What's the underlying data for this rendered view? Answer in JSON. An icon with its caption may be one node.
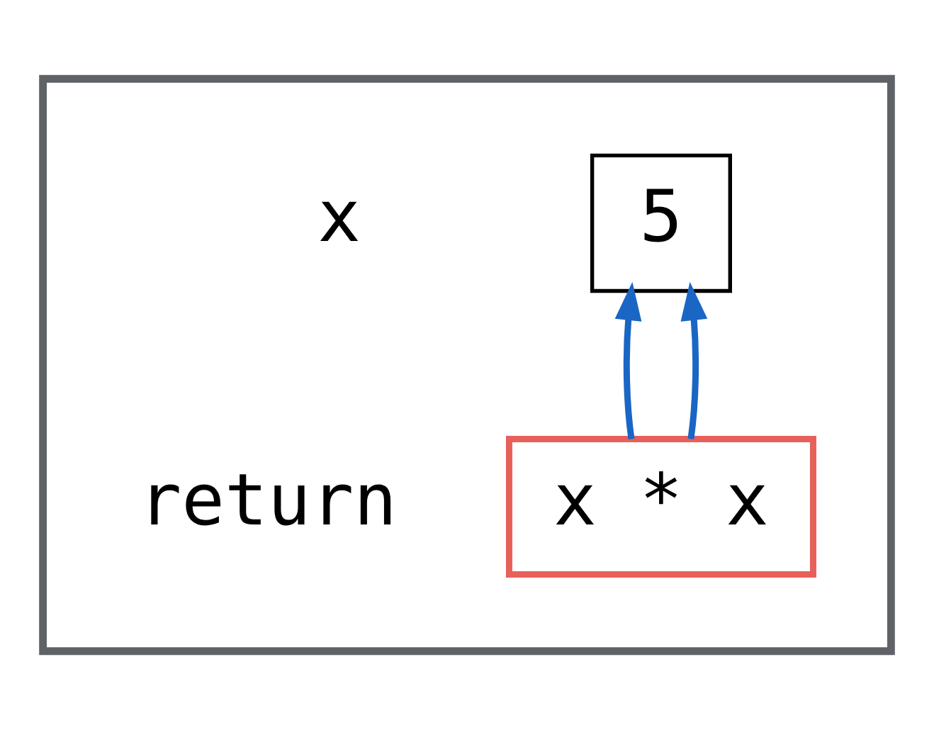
{
  "diagram": {
    "nodes": [
      {
        "text": [],
        "shape": "box"
      },
      {
        "text": [
          "5"
        ],
        "in": 0,
        "beside": [
          "x"
        ]
      },
      {
        "text": [
          "x * x"
        ],
        "in": 0
      }
    ],
    "edges": [
      {
        "from": 2,
        "to": 1,
        "arrow": "to"
      },
      {
        "from": 2,
        "to": 1,
        "arrow": "to"
      }
    ],
    "labels": [
      "return"
    ]
  }
}
